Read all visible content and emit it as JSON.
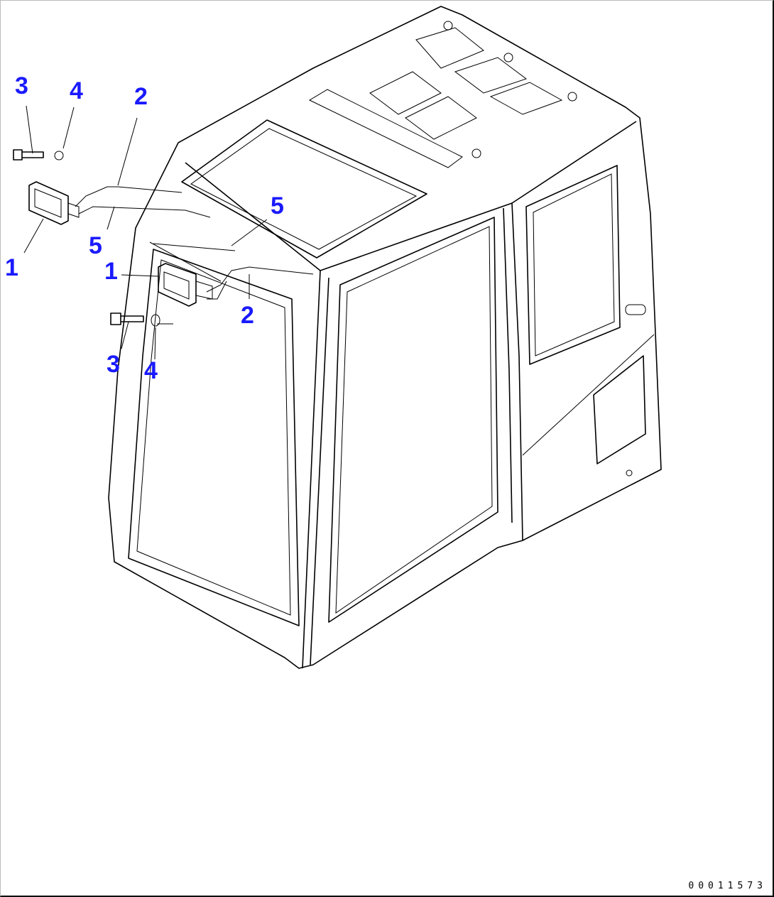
{
  "diagram": {
    "callouts": {
      "bolt_upper": "3",
      "washer_upper": "4",
      "harness_upper": "2",
      "clip_right": "5",
      "clip_left": "5",
      "lamp_upper": "1",
      "lamp_lower": "1",
      "harness_lower": "2",
      "bolt_lower": "3",
      "washer_lower": "4"
    },
    "drawing_code": "00011573",
    "callout_color": "#1a1aff"
  }
}
